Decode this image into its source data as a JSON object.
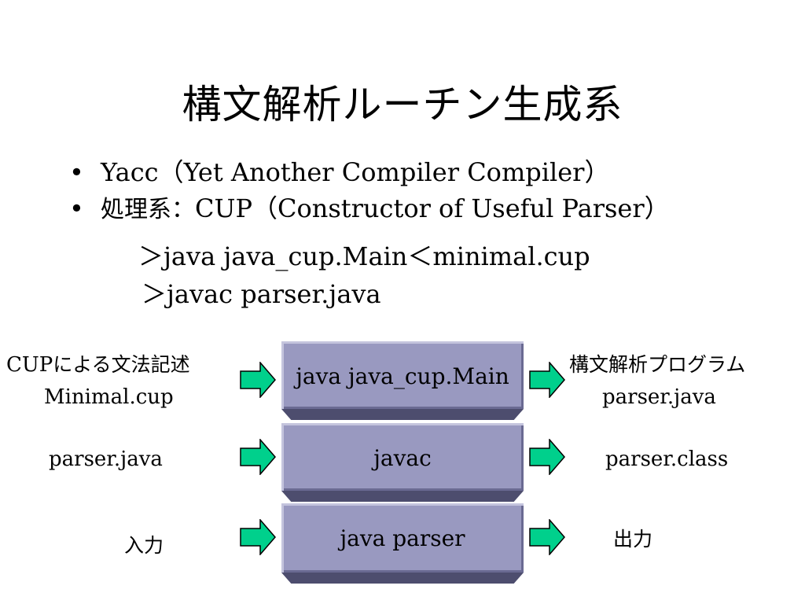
{
  "title": "構文解析ルーチン生成系",
  "bullets": [
    {
      "text": "Yacc（Yet Another Compiler Compiler）"
    },
    {
      "prefix": "処理系：",
      "text": "CUP（Constructor of Useful Parser）"
    }
  ],
  "commands": [
    "＞java java_cup.Main＜minimal.cup",
    "＞javac parser.java"
  ],
  "boxes": [
    "java java_cup.Main",
    "javac",
    "java parser"
  ],
  "inputs": {
    "row1_line1_en": "CUP",
    "row1_line1_jp": "による文法記述",
    "row1_line2": "Minimal.cup",
    "row2": "parser.java",
    "row3": "入力"
  },
  "outputs": {
    "row1_line1": "構文解析プログラム",
    "row1_line2": "parser.java",
    "row2": "parser.class",
    "row3": "出力"
  },
  "colors": {
    "box_fill": "#9999c0",
    "arrow_fill": "#00d08c",
    "arrow_stroke": "#000000"
  }
}
